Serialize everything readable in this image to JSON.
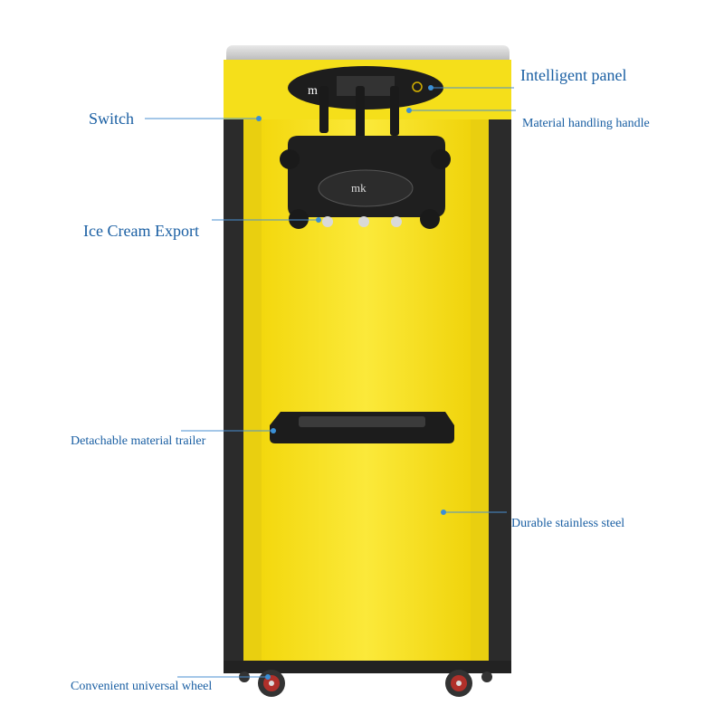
{
  "labels": {
    "intelligent_panel": "Intelligent panel",
    "switch": "Switch",
    "material_handling_handle": "Material handling handle",
    "ice_cream_export": "Ice Cream Export",
    "detachable_material_trailer": "Detachable material trailer",
    "durable_stainless_steel": "Durable stainless steel",
    "convenient_universal_wheel": "Convenient universal wheel"
  },
  "colors": {
    "machine_body": "#f5df1a",
    "machine_side": "#2b2b2b",
    "label_text": "#1a5fa3",
    "callout_dot": "#3a8fd6"
  }
}
